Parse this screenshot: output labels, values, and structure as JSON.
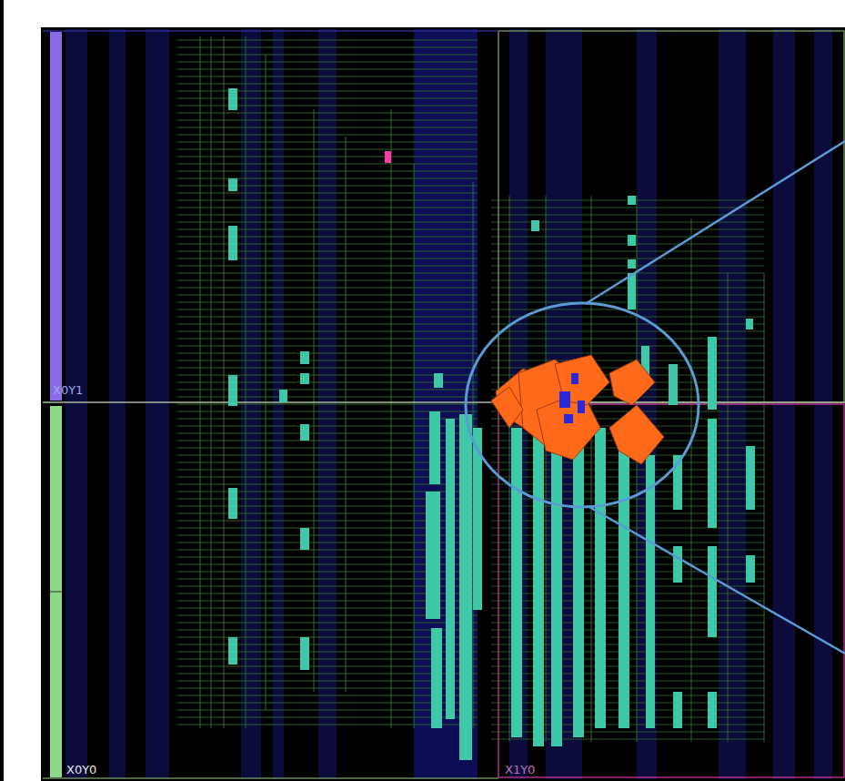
{
  "diagram": {
    "labels": [
      "X0Y1",
      "X0Y0",
      "X1Y0"
    ]
  }
}
